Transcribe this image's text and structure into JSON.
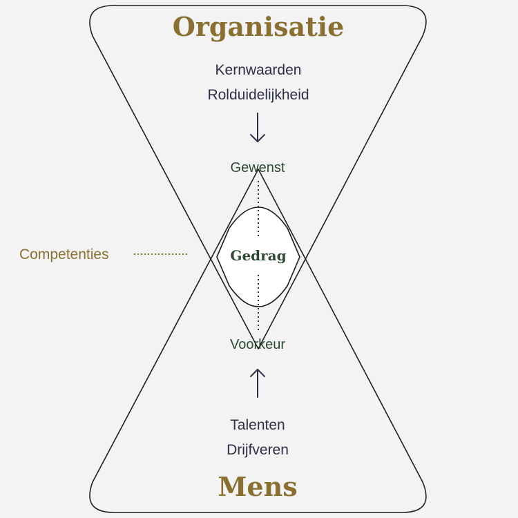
{
  "colors": {
    "background": "#f3f3f3",
    "gold": "#8a7030",
    "navy": "#2c2f45",
    "green": "#2c4a32",
    "line": "#1e1e1e",
    "center_fill": "#ffffff"
  },
  "top": {
    "title": "Organisatie",
    "items": [
      "Kernwaarden",
      "Rolduidelijkheid"
    ],
    "outcome": "Gewenst"
  },
  "center": {
    "label": "Gedrag"
  },
  "side": {
    "label": "Competenties"
  },
  "bottom": {
    "outcome": "Voorkeur",
    "items": [
      "Talenten",
      "Drijfveren"
    ],
    "title": "Mens"
  },
  "icons": {
    "top_arrow": "arrow-down-icon",
    "bottom_arrow": "arrow-up-icon"
  }
}
